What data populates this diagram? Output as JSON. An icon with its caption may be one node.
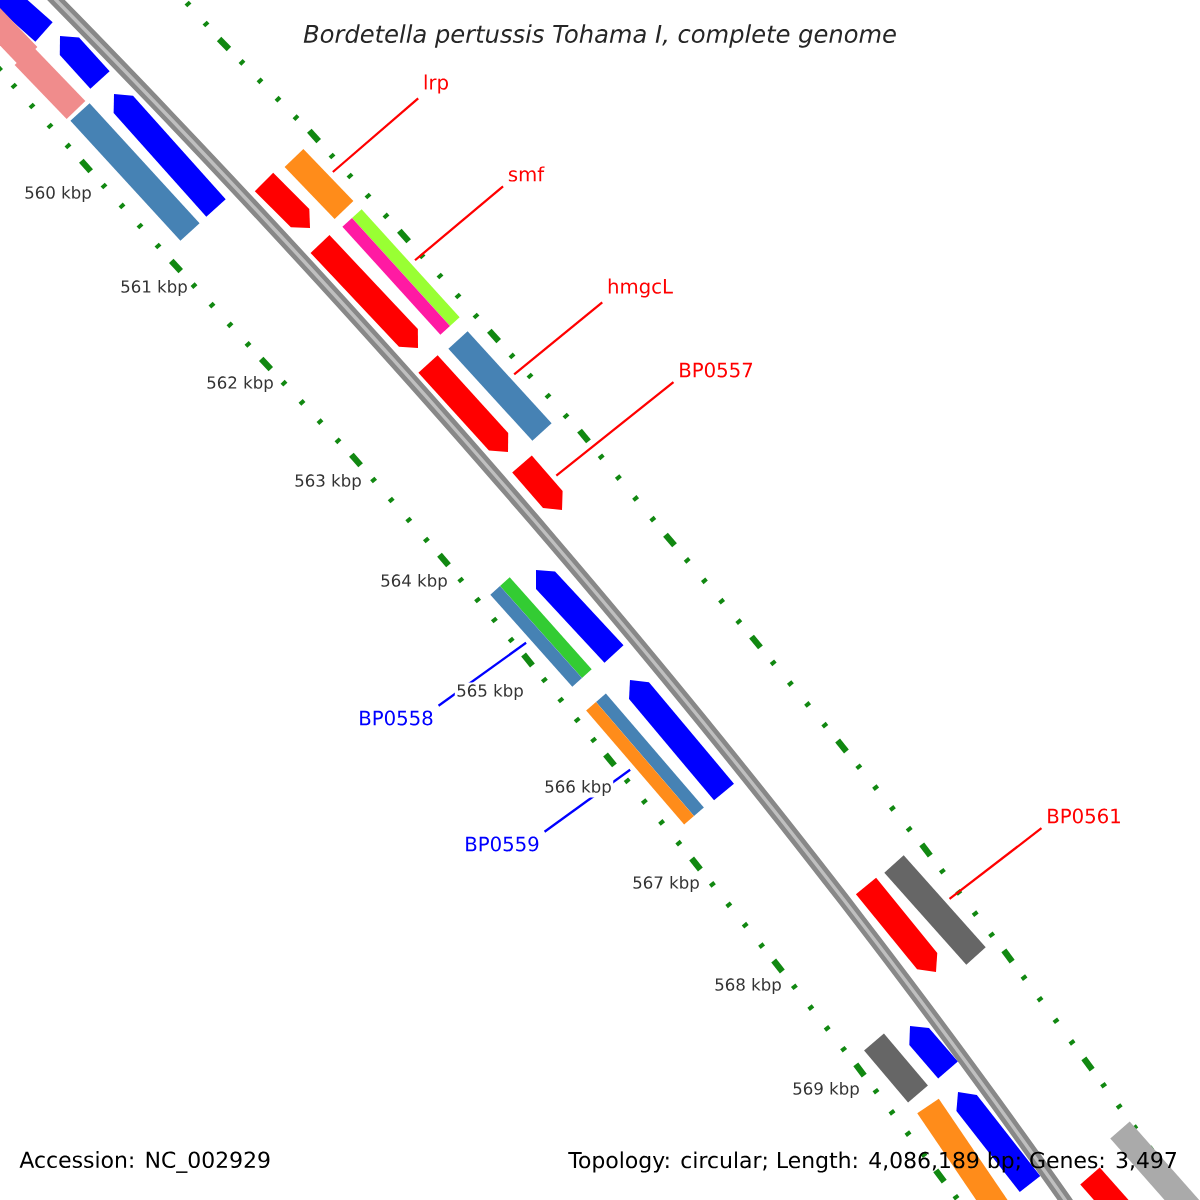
{
  "diagram": {
    "title": "Bordetella pertussis Tohama I, complete genome",
    "nodes": [
      {
        "text": [
          "lrp"
        ]
      },
      {
        "text": [
          "smf"
        ]
      },
      {
        "text": [
          "hmgcL"
        ]
      },
      {
        "text": [
          "BP0557"
        ]
      },
      {
        "text": [
          "BP0558"
        ]
      },
      {
        "text": [
          "BP0559"
        ]
      },
      {
        "text": [
          "BP0561"
        ]
      },
      {
        "text": [],
        "shape": "bar"
      },
      {
        "text": [],
        "shape": "bar"
      },
      {
        "text": [],
        "shape": "bar"
      },
      {
        "text": [],
        "shape": "bar"
      },
      {
        "text": [],
        "shape": "bar"
      },
      {
        "text": [],
        "shape": "bar"
      },
      {
        "text": [],
        "shape": "bar"
      },
      {
        "text": [],
        "shape": "bar"
      },
      {
        "text": [],
        "shape": "bar"
      },
      {
        "text": [],
        "shape": "bar"
      },
      {
        "text": [],
        "shape": "bar"
      },
      {
        "text": [],
        "shape": "bar"
      },
      {
        "text": [],
        "shape": "bar"
      },
      {
        "text": [],
        "shape": "bar"
      },
      {
        "text": [],
        "shape": "bar"
      },
      {
        "text": [],
        "shape": "bar"
      },
      {
        "text": [],
        "shape": "bar"
      },
      {
        "text": [],
        "shape": "bar"
      },
      {
        "text": [],
        "shape": "bar"
      },
      {
        "text": [],
        "shape": "bar"
      },
      {
        "text": [],
        "shape": "bar"
      },
      {
        "text": [],
        "shape": "bar"
      },
      {
        "text": [],
        "shape": "bar"
      },
      {
        "text": [],
        "shape": "bar"
      },
      {
        "text": [],
        "shape": "bar"
      }
    ],
    "edges": [
      {
        "from": 0,
        "to": 13,
        "arrow": "none"
      },
      {
        "from": 1,
        "to": 15,
        "arrow": "none"
      },
      {
        "from": 2,
        "to": 17,
        "arrow": "none"
      },
      {
        "from": 3,
        "to": 19,
        "arrow": "none"
      },
      {
        "from": 4,
        "to": 21,
        "arrow": "none",
        "color": "#0000ff"
      },
      {
        "from": 5,
        "to": 23,
        "arrow": "none",
        "color": "#0000ff"
      },
      {
        "from": 6,
        "to": 24,
        "arrow": "none"
      }
    ],
    "labels": [
      "560 kbp",
      "561 kbp",
      "562 kbp",
      "563 kbp",
      "564 kbp",
      "565 kbp",
      "566 kbp",
      "567 kbp",
      "568 kbp",
      "569 kbp",
      "Accession: NC_002929",
      "Topology: circular; Length: 4,086,189 bp; Genes: 3,497"
    ]
  }
}
